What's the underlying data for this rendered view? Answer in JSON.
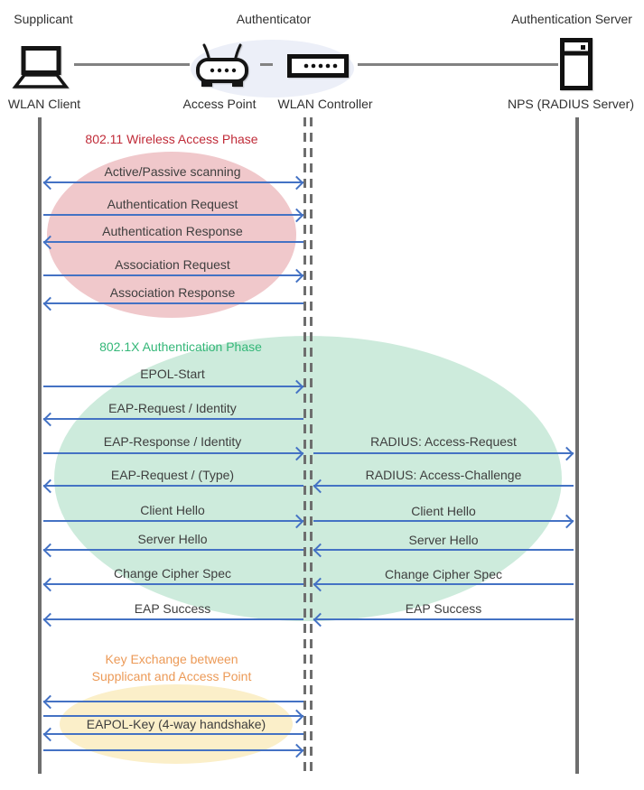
{
  "actors": {
    "roles": [
      "Supplicant",
      "Authenticator",
      "Authentication Server"
    ],
    "nodes": [
      "WLAN Client",
      "Access Point",
      "WLAN Controller",
      "NPS (RADIUS Server)"
    ]
  },
  "lifelines": [
    {
      "node": "WLAN Client",
      "style": "solid"
    },
    {
      "node": "Access Point",
      "style": "dashed"
    },
    {
      "node": "WLAN Controller",
      "style": "dashed"
    },
    {
      "node": "NPS (RADIUS Server)",
      "style": "solid"
    }
  ],
  "phases": [
    {
      "title": "802.11 Wireless Access Phase",
      "title_color": "#C02B38",
      "fill": "#F0C8CB",
      "messages": [
        {
          "label": "Active/Passive scanning",
          "from": "WLAN Client",
          "to": "WLAN Controller",
          "direction": "both"
        },
        {
          "label": "Authentication Request",
          "from": "WLAN Client",
          "to": "WLAN Controller",
          "direction": "right"
        },
        {
          "label": "Authentication Response",
          "from": "WLAN Controller",
          "to": "WLAN Client",
          "direction": "left"
        },
        {
          "label": "Association Request",
          "from": "WLAN Client",
          "to": "WLAN Controller",
          "direction": "right"
        },
        {
          "label": "Association Response",
          "from": "WLAN Controller",
          "to": "WLAN Client",
          "direction": "left"
        }
      ]
    },
    {
      "title": "802.1X Authentication Phase",
      "title_color": "#34B778",
      "fill": "#CDEBDC",
      "client_messages": [
        {
          "label": "EPOL-Start",
          "direction": "right"
        },
        {
          "label": "EAP-Request / Identity",
          "direction": "left"
        },
        {
          "label": "EAP-Response / Identity",
          "direction": "right"
        },
        {
          "label": "EAP-Request / (Type)",
          "direction": "left"
        },
        {
          "label": "Client Hello",
          "direction": "right"
        },
        {
          "label": "Server Hello",
          "direction": "left"
        },
        {
          "label": "Change Cipher Spec",
          "direction": "left"
        },
        {
          "label": "EAP Success",
          "direction": "left"
        }
      ],
      "server_messages": [
        {
          "label": "RADIUS: Access-Request",
          "direction": "right"
        },
        {
          "label": "RADIUS: Access-Challenge",
          "direction": "left"
        },
        {
          "label": "Client Hello",
          "direction": "right"
        },
        {
          "label": "Server Hello",
          "direction": "left"
        },
        {
          "label": "Change Cipher Spec",
          "direction": "left"
        },
        {
          "label": "EAP Success",
          "direction": "left"
        }
      ]
    },
    {
      "title_line1": "Key Exchange between",
      "title_line2": "Supplicant and Access Point",
      "title_color": "#EC9A57",
      "fill": "#FBEFC9",
      "messages": [
        {
          "label": "",
          "direction": "left"
        },
        {
          "label": "",
          "direction": "right"
        },
        {
          "label": "EAPOL-Key (4-way handshake)",
          "direction": "left"
        },
        {
          "label": "",
          "direction": "right"
        }
      ]
    }
  ],
  "colors": {
    "arrow": "#4472C4",
    "lifeline": "#6E6E6E",
    "header_ellipse": "#ECEFF8"
  }
}
